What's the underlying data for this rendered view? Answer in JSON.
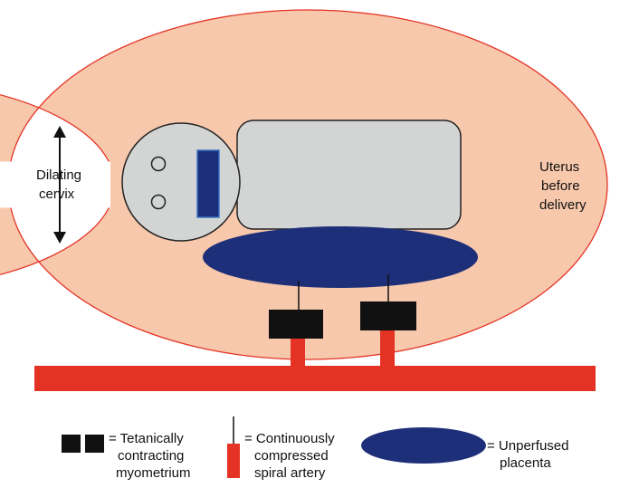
{
  "colors": {
    "uterus_fill": "#f7c8ac",
    "uterus_stroke": "#e43325",
    "fetus_fill": "#d3d5d4",
    "fetus_stroke": "#222222",
    "placenta": "#1e2f7a",
    "artery": "#e43325",
    "myometrium": "#111111"
  },
  "labels": {
    "cervix_line1": "Dilating",
    "cervix_line2": "cervix",
    "uterus_line1": "Uterus",
    "uterus_line2": "before",
    "uterus_line3": "delivery"
  },
  "legend": {
    "myometrium_line1": "= Tetanically",
    "myometrium_line2": "contracting",
    "myometrium_line3": "myometrium",
    "artery_line1": "= Continuously",
    "artery_line2": "compressed",
    "artery_line3": "spiral artery",
    "placenta_line1": "= Unperfused",
    "placenta_line2": "placenta"
  },
  "icons": [
    "double-arrow-icon",
    "eye-icon",
    "mouth-icon",
    "myometrium-icon",
    "spiral-artery-icon",
    "placenta-icon"
  ]
}
